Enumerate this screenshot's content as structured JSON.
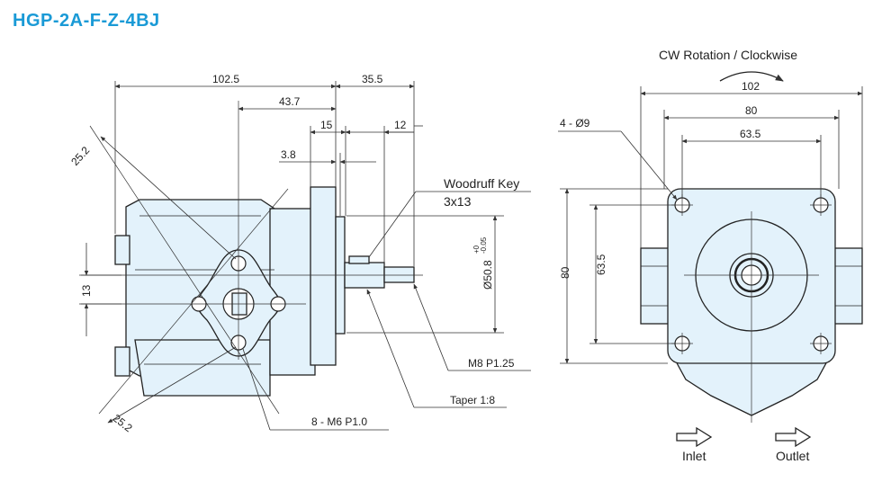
{
  "title": "HGP-2A-F-Z-4BJ",
  "rotation_label": "CW Rotation / Clockwise",
  "side_view": {
    "dims": {
      "d102_5": "102.5",
      "d43_7": "43.7",
      "d35_5": "35.5",
      "d15": "15",
      "d12": "12",
      "d3_8": "3.8",
      "d25_2_top": "25.2",
      "d25_2_bottom": "25.2",
      "d13": "13",
      "d50_8": "Ø50.8",
      "tol_upper": "+0",
      "tol_lower": "-0.05"
    },
    "callouts": {
      "woodruff_key": "Woodruff Key",
      "key_size": "3x13",
      "thread": "M8  P1.25",
      "taper": "Taper 1:8",
      "ports": "8 - M6 P1.0"
    }
  },
  "front_view": {
    "dims": {
      "d102": "102",
      "d80_top": "80",
      "d63_5_top": "63.5",
      "d80_left": "80",
      "d63_5_left": "63.5",
      "holes": "4 - Ø9"
    },
    "inlet_label": "Inlet",
    "outlet_label": "Outlet"
  }
}
